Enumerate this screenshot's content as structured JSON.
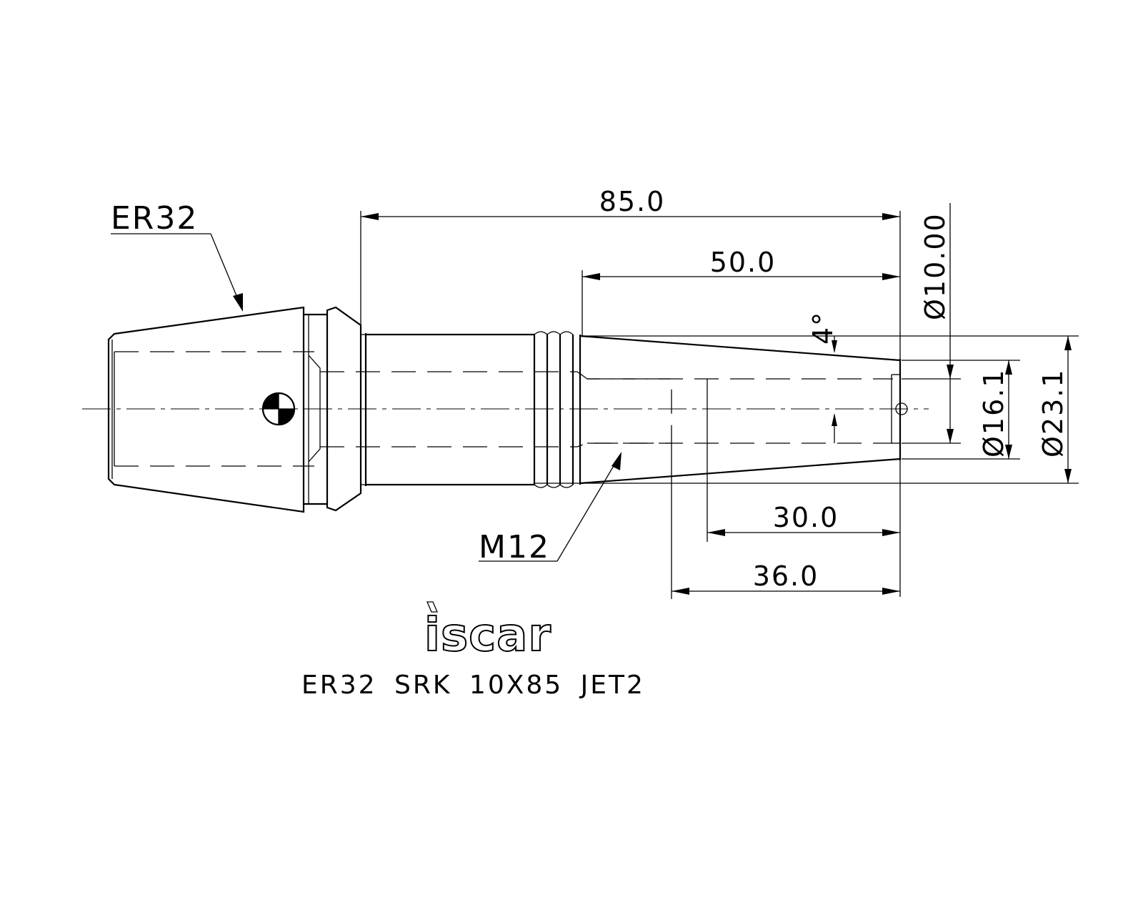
{
  "drawing": {
    "callouts": {
      "collet_type": "ER32",
      "thread": "M12"
    },
    "dimensions": {
      "overall_length": "85.0",
      "taper_length": "50.0",
      "dim_30": "30.0",
      "dim_36": "36.0",
      "taper_angle": "4°",
      "bore_diameter": "Ø10.00",
      "tip_diameter": "Ø16.1",
      "body_diameter": "Ø23.1"
    },
    "brand": {
      "logo_text": "iscar"
    },
    "part_number": "ER32 SRK 10X85 JET2"
  }
}
